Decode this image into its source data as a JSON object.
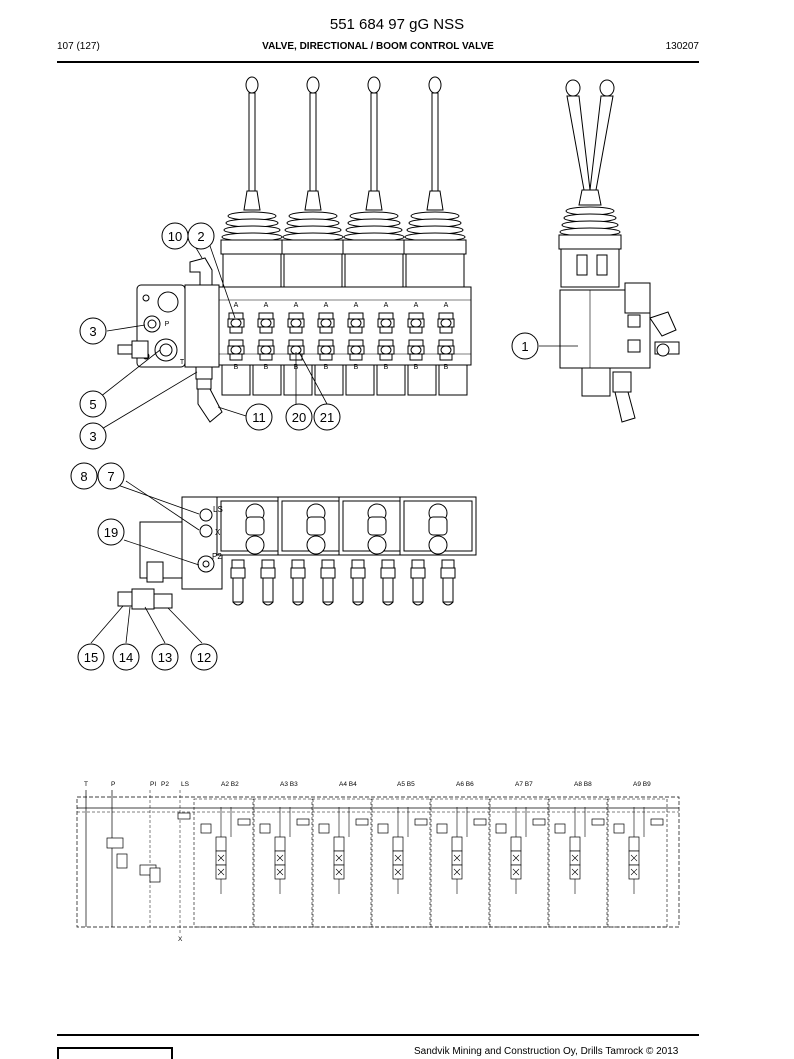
{
  "header": {
    "part_number": "551 684 97 gG NSS",
    "page": "107 (127)",
    "title": "VALVE, DIRECTIONAL / BOOM CONTROL VALVE",
    "doc_code": "130207"
  },
  "drawing": {
    "ports_top": [
      "A",
      "A",
      "A",
      "A",
      "A",
      "A",
      "A",
      "A"
    ],
    "ports_bottom": [
      "B",
      "B",
      "B",
      "B",
      "B",
      "B",
      "B",
      "B"
    ],
    "port_p": "P",
    "port_t": "T",
    "port_ls": "LS",
    "port_x": "X",
    "port_p2": "P2",
    "callouts": {
      "c10": "10",
      "c2": "2",
      "c3a": "3",
      "c1": "1",
      "c5": "5",
      "c3b": "3",
      "c11": "11",
      "c20": "20",
      "c21": "21",
      "c8": "8",
      "c7": "7",
      "c19": "19",
      "c15": "15",
      "c14": "14",
      "c13": "13",
      "c12": "12"
    }
  },
  "schematic": {
    "labels": [
      "T",
      "P",
      "PI",
      "P2",
      "LS",
      "A2 B2",
      "A3 B3",
      "A4 B4",
      "A5 B5",
      "A6 B6",
      "A7 B7",
      "A8 B8",
      "A9 B9"
    ],
    "bottom_x": "X"
  },
  "footer": {
    "copyright": "Sandvik Mining and Construction Oy, Drills Tamrock © 2013"
  }
}
